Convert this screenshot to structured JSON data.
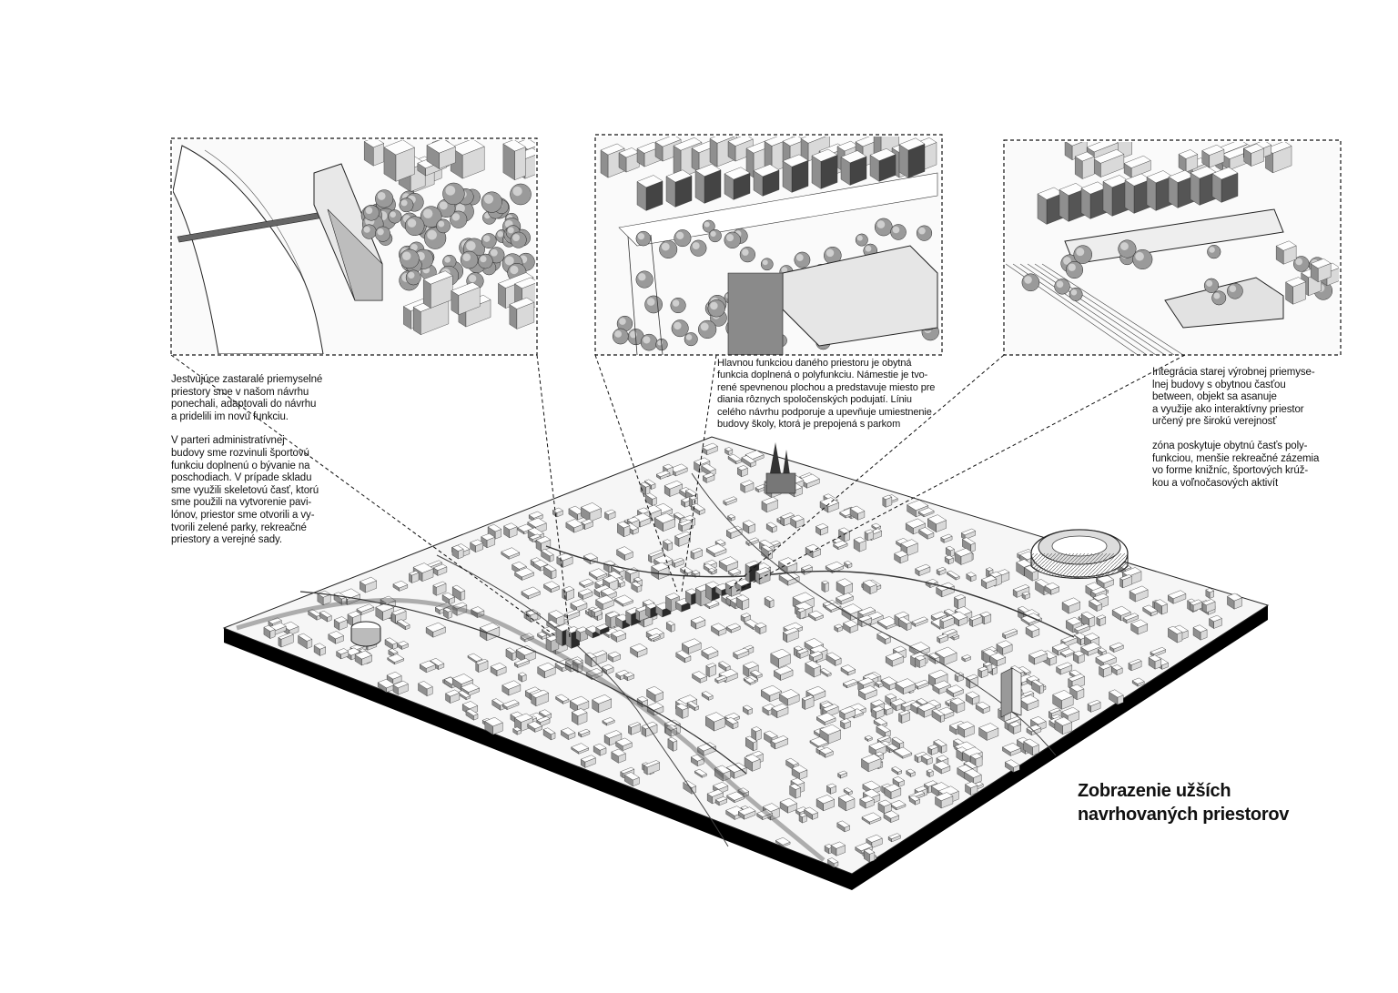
{
  "title": {
    "line1": "Zobrazenie užších",
    "line2": "navrhovaných priestorov"
  },
  "annotations": {
    "left": {
      "para1": [
        "Jestvujúce zastaralé priemyselné",
        "priestory sme v našom návrhu",
        "ponechali, adaptovali do návrhu",
        "a pridelili im novú funkciu."
      ],
      "para2": [
        "V parteri administratívnej",
        "budovy sme rozvinuli športovú",
        "funkciu doplnenú o bývanie na",
        "poschodiach. V prípade skladu",
        "sme využili skeletovú časť, ktorú",
        "sme použili na vytvorenie pavi-",
        "lónov, priestor sme otvorili a vy-",
        "tvorili zelené parky, rekreačné",
        "priestory a verejné sady."
      ]
    },
    "center": {
      "lines": [
        "Hlavnou funkciou daného priestoru je obytná",
        "funkcia doplnená o polyfunkciu. Námestie je tvo-",
        "rené spevnenou plochou a predstavuje miesto pre",
        "diania rôznych spoločenských podujatí. Líniu",
        "celého návrhu podporuje a upevňuje umiestnenie",
        "budovy školy, ktorá je prepojená s parkom"
      ]
    },
    "right": {
      "para1": [
        "Integrácia starej výrobnej priemyse-",
        "lnej budovy s obytnou časťou",
        "between, objekt sa asanuje",
        "a využije ako interaktívny priestor",
        "určený pre širokú verejnosť"
      ],
      "para2": [
        "zóna poskytuje obytnú časťs poly-",
        "funkciou, menšie rekreačné zázemia",
        "vo forme knižníc, športových krúž-",
        "kou a voľnočasových aktivít"
      ]
    }
  },
  "colors": {
    "ink": "#111111",
    "surface": "#f7f7f7",
    "slab": "#000000",
    "tree": "#9a9a9a",
    "shade": "#6e6e6e"
  },
  "icons": {
    "detail_views": "perspective-detail-view",
    "site_model": "isometric-city-model"
  }
}
